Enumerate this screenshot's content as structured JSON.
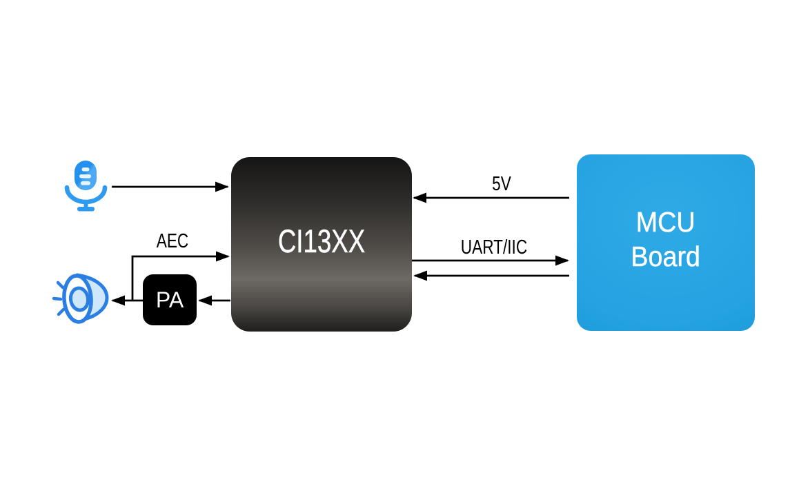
{
  "diagram": {
    "background": "#ffffff",
    "line_color": "#000000",
    "nodes": {
      "ci13xx": {
        "label": "CI13XX",
        "gradient_top": "#151515",
        "gradient_mid": "#6d6963",
        "gradient_bottom": "#1f1e1d",
        "text_color": "#ffffff"
      },
      "mcu": {
        "label": "MCU Board",
        "lines": [
          "MCU",
          "Board"
        ],
        "color_center": "#2faae6",
        "color_edge": "#0f8ed3",
        "text_color": "#ffffff"
      },
      "pa": {
        "label": "PA",
        "color": "#000000",
        "text_color": "#ffffff"
      }
    },
    "connection_labels": {
      "aec": "AEC",
      "power": "5V",
      "bus": "UART/IIC"
    },
    "icons": {
      "microphone": {
        "color": "#2e9bf0"
      },
      "speaker": {
        "color": "#2b7fe3"
      }
    }
  }
}
